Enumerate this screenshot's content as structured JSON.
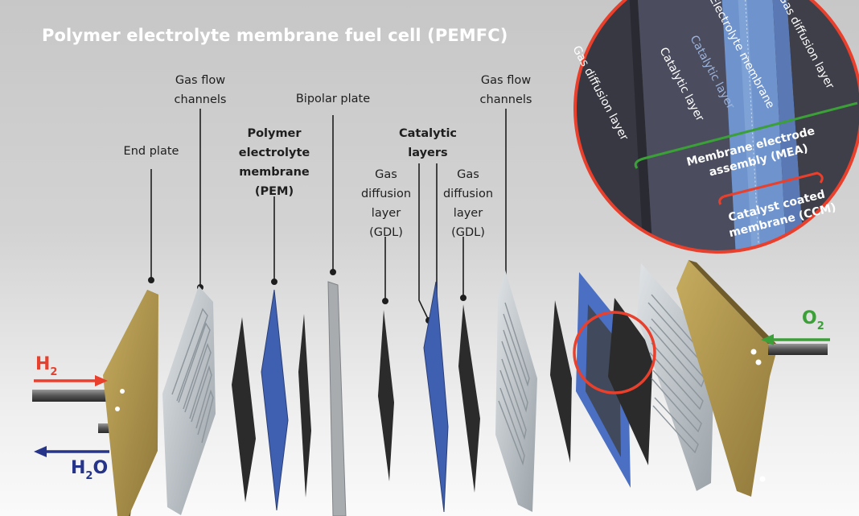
{
  "title": "Polymer electrolyte membrane fuel cell (PEMFC)",
  "labels": {
    "end_plate": "End plate",
    "gas_flow_channels_left": [
      "Gas flow",
      "channels"
    ],
    "bipolar_plate": "Bipolar plate",
    "pem": [
      "Polymer",
      "electrolyte",
      "membrane",
      "(PEM)"
    ],
    "catalytic_layers": [
      "Catalytic",
      "layers"
    ],
    "gdl_left": [
      "Gas",
      "diffusion",
      "layer",
      "(GDL)"
    ],
    "gdl_right": [
      "Gas",
      "diffusion",
      "layer",
      "(GDL)"
    ],
    "gas_flow_channels_right": [
      "Gas flow",
      "channels"
    ]
  },
  "flows": {
    "h2": {
      "symbol": "H",
      "sub": "2",
      "color": "#e8402c"
    },
    "h2o": {
      "symbol": "H",
      "sub": "2",
      "tail": "O",
      "color": "#26348a"
    },
    "o2": {
      "symbol": "O",
      "sub": "2",
      "color": "#3aa037"
    }
  },
  "inset": {
    "layer_gdl_left": "Gas diffusion layer",
    "layer_catalytic_left": "Catalytic layer",
    "layer_catalytic_center": "Catalytic layer",
    "layer_membrane": "Electrolyte membrane",
    "layer_gdl_right": "Gas diffusion layer",
    "mea": [
      "Membrane electrode",
      "assembly (MEA)"
    ],
    "ccm": [
      "Catalyst coated",
      "membrane (CCM)"
    ],
    "ring_color": "#e8402c",
    "mea_color": "#3aa037",
    "ccm_color": "#e8402c"
  }
}
